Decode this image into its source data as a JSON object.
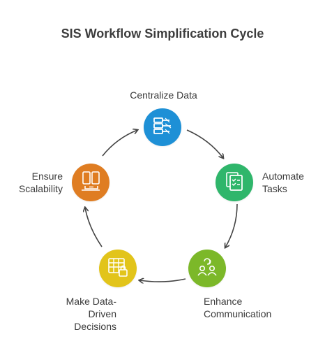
{
  "title": "SIS Workflow Simplification Cycle",
  "colors": {
    "centralize": "#1e90d6",
    "automate": "#2fb66b",
    "communicate": "#7cb829",
    "decisions": "#e2c41a",
    "scalability": "#df7d22",
    "arrow": "#444444"
  },
  "steps": [
    {
      "id": "centralize",
      "icon": "data-stack-icon",
      "lines": [
        "Centralize Data"
      ]
    },
    {
      "id": "automate",
      "icon": "task-checklist-icon",
      "lines": [
        "Automate",
        "Tasks"
      ]
    },
    {
      "id": "communicate",
      "icon": "people-sync-icon",
      "lines": [
        "Enhance",
        "Communication"
      ]
    },
    {
      "id": "decisions",
      "icon": "locked-table-icon",
      "lines": [
        "Make Data-",
        "Driven",
        "Decisions"
      ]
    },
    {
      "id": "scalability",
      "icon": "devices-icon",
      "lines": [
        "Ensure",
        "Scalability"
      ]
    }
  ]
}
